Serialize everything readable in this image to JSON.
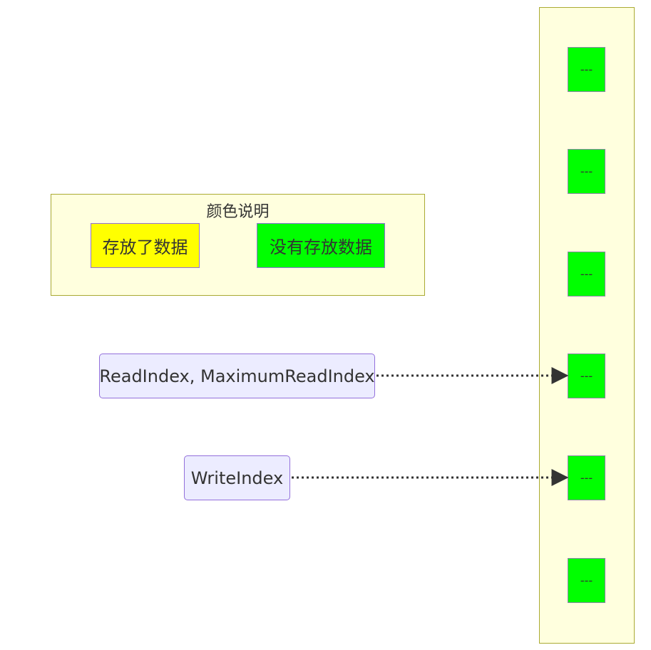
{
  "legend": {
    "title": "颜色说明",
    "filled_label": "存放了数据",
    "empty_label": "没有存放数据"
  },
  "pointers": {
    "read": "ReadIndex, MaximumReadIndex",
    "write": "WriteIndex"
  },
  "queue": {
    "slots": [
      {
        "label": "---",
        "state": "empty"
      },
      {
        "label": "---",
        "state": "empty"
      },
      {
        "label": "---",
        "state": "empty"
      },
      {
        "label": "---",
        "state": "empty"
      },
      {
        "label": "---",
        "state": "empty"
      },
      {
        "label": "---",
        "state": "empty"
      }
    ]
  },
  "edges": [
    {
      "from": "read",
      "to_slot": 3,
      "style": "dotted"
    },
    {
      "from": "write",
      "to_slot": 4,
      "style": "dotted"
    }
  ],
  "colors": {
    "cluster_fill": "#ffffde",
    "cluster_stroke": "#aaaa33",
    "filled": "#ffff00",
    "empty": "#00ff00",
    "node_fill": "#ececff",
    "node_stroke": "#9370db",
    "edge": "#333333"
  }
}
